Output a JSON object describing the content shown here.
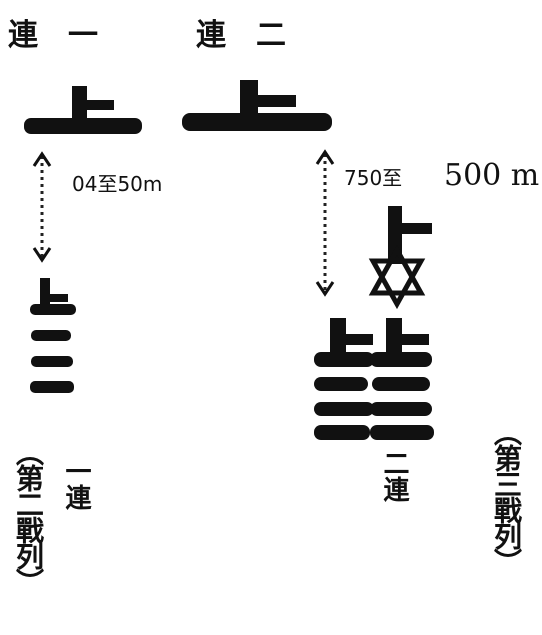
{
  "headers": {
    "left": "連　一",
    "right": "連　二"
  },
  "distances": {
    "left": "04至50m",
    "right_prefix": "750至",
    "right_value": "500 m"
  },
  "labels": {
    "left_unit": "一連",
    "left_line": "（第二戰列）",
    "right_unit": "二連",
    "right_line": "（第三戰列）"
  }
}
